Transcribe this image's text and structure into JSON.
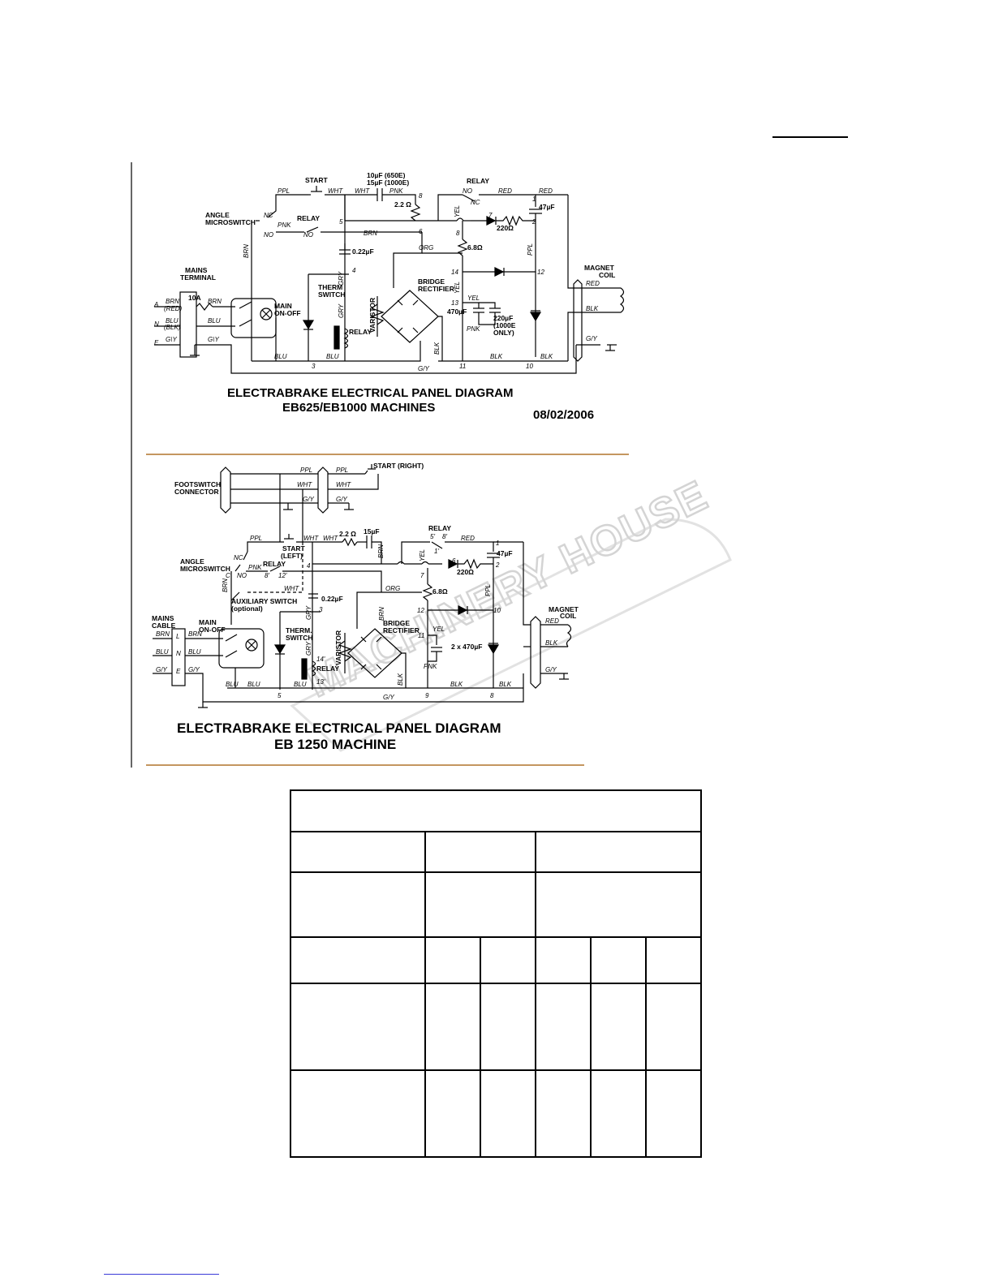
{
  "diagram1": {
    "title_line1": "ELECTRABRAKE ELECTRICAL PANEL DIAGRAM",
    "title_line2": "EB625/EB1000 MACHINES",
    "date": "08/02/2006",
    "labels": {
      "start": "START",
      "cap10": "10µF (650E)",
      "cap15": "15µF (1000E)",
      "relay_top": "RELAY",
      "angle": "ANGLE",
      "microswitch": "MICROSWITCH",
      "relay_mid": "RELAY",
      "mains": "MAINS",
      "terminal": "TERMINAL",
      "main": "MAIN",
      "onoff": "ON-OFF",
      "therm": "THERM",
      "switch": "SWITCH",
      "varistor": "VARISTOR",
      "bridge": "BRIDGE",
      "rectifier": "RECTIFIER",
      "relay_coil": "RELAY",
      "magnet": "MAGNET",
      "coil": "COIL",
      "r22": "2.2 Ω",
      "r68": "6.8Ω",
      "r220": "220Ω",
      "c022": "0.22µF",
      "c47": "47µF",
      "c470": "470µF",
      "c220": "220µF",
      "c220b": "(1000E",
      "c220c": "ONLY)",
      "fuse": "10A"
    },
    "wires": {
      "ppl": "PPL",
      "wht": "WHT",
      "wht2": "WHT",
      "pnk": "PNK",
      "pnk2": "PNK",
      "brn": "BRN",
      "brn2": "BRN",
      "brn3": "BRN",
      "brn4": "BRN",
      "red_in": "(RED)",
      "blu": "BLU",
      "blu2": "BLU",
      "blu3": "BLU",
      "blu4": "BLU",
      "blk_in": "(BLK)",
      "gy": "G\\Y",
      "gy2": "G\\Y",
      "gy3": "G/Y",
      "gy4": "G/Y",
      "org": "ORG",
      "gry": "GRY",
      "gry2": "GRY",
      "yel": "YEL",
      "yel2": "YEL",
      "yel3": "YEL",
      "ppl2": "PPL",
      "red": "RED",
      "red2": "RED",
      "red3": "RED",
      "blk": "BLK",
      "blk2": "BLK",
      "blk3": "BLK",
      "blk4": "BLK",
      "pnk3": "PNK",
      "nc": "NC",
      "no": "NO",
      "no2": "NO",
      "nc2": "NC",
      "no3": "NO",
      "a": "A",
      "n": "N",
      "e": "E"
    },
    "nodes": [
      "8",
      "5",
      "6",
      "4",
      "3",
      "1",
      "2",
      "7",
      "8",
      "14",
      "12",
      "13",
      "11",
      "10"
    ]
  },
  "diagram2": {
    "title_line1": "ELECTRABRAKE ELECTRICAL PANEL DIAGRAM",
    "title_line2": "EB 1250 MACHINE",
    "labels": {
      "start_right": "START  (RIGHT)",
      "footswitch": "FOOTSWITCH",
      "connector": "CONNECTOR",
      "start_left": "START",
      "left": "(LEFT)",
      "r22": "2.2 Ω",
      "c15": "15µF",
      "relay_top": "RELAY",
      "angle": "ANGLE",
      "microswitch": "MICROSWITCH",
      "relay_mid": "RELAY",
      "aux": "AUXILIARY SWITCH",
      "optional": "(optional)",
      "mains": "MAINS",
      "cable": "CABLE",
      "main": "MAIN",
      "onoff": "ON-OFF",
      "c022": "0.22µF",
      "therm": "THERM.",
      "switch": "SWITCH",
      "varistor": "VARISTOR",
      "bridge": "BRIDGE",
      "rectifier": "RECTIFIER",
      "relay_coil": "RELAY",
      "c47": "47µF",
      "r220": "220Ω",
      "r68": "6.8Ω",
      "c2x470": "2 x 470µF",
      "magnet": "MAGNET",
      "coil": "COIL"
    },
    "wires": {
      "ppl": "PPL",
      "ppl2": "PPL",
      "wht": "WHT",
      "wht2": "WHT",
      "gy": "G/Y",
      "gy2": "G/Y",
      "ppl3": "PPL",
      "wht3": "WHT",
      "wht4": "WHT",
      "nc": "NC",
      "c": "C",
      "no": "NO",
      "pnk": "PNK",
      "wht5": "WHT",
      "brn": "BRN",
      "brn2": "BRN",
      "brn3": "BRN",
      "brn4": "BRN",
      "blu": "BLU",
      "blu2": "BLU",
      "blu3": "BLU",
      "gy3": "G/Y",
      "gy4": "G/Y",
      "gy5": "G/Y",
      "gry": "GRY",
      "gry2": "GRY",
      "blu4": "BLU",
      "blu5": "BLU",
      "org": "ORG",
      "brn5": "BRN",
      "yel": "YEL",
      "yel2": "YEL",
      "red": "RED",
      "ppl4": "PPL",
      "blk": "BLK",
      "blk2": "BLK",
      "blk3": "BLK",
      "blk4": "BLK",
      "pnk2": "PNK",
      "red2": "RED",
      "gy6": "G/Y",
      "l": "L",
      "n": "N",
      "e": "E"
    },
    "nodes": [
      "5'",
      "8'",
      "1'",
      "7",
      "1",
      "2",
      "6",
      "4",
      "8'",
      "12'",
      "3",
      "12",
      "10",
      "11",
      "14'",
      "13'",
      "5",
      "9",
      "8"
    ]
  },
  "watermark": "MACHINERY HOUSE"
}
